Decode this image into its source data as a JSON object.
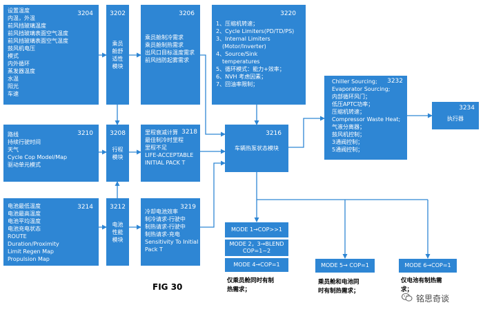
{
  "boxes": {
    "b3204": {
      "number": "3204",
      "lines": [
        "设置温度",
        "内温，外温",
        "前风挡玻璃温度",
        "前风挡玻璃表面空气温度",
        "前风挡玻璃表面空气温度",
        "鼓风机电压",
        "模式",
        "内外循环",
        "蒸发器温度",
        "水温",
        "阳光",
        "车速"
      ]
    },
    "b3202": {
      "number": "3202",
      "lines": [
        "乘员",
        "舱舒",
        "适性",
        "模块"
      ]
    },
    "b3206": {
      "number": "3206",
      "lines": [
        "乘员舱制冷需求",
        "乘员舱制热需求",
        "出风口目标温度需求",
        "前风挡防起雾需求"
      ]
    },
    "b3220": {
      "number": "3220",
      "lines": [
        "1、压缩机转速；",
        "2、Cycle Limiters(PD/TD/PS)",
        "3、Internal Limiters",
        "(Motor/Inverter)",
        "4、Source/Sink",
        "temperatures",
        "5、循环模式：能力+效率；",
        "6、NVH 考虑因素；",
        "7、回油率限制；"
      ]
    },
    "b3210": {
      "number": "3210",
      "lines": [
        "路线",
        "持续行驶时间",
        "天气",
        "Cycle Cop Model/Map",
        "驱动单元模式"
      ]
    },
    "b3208": {
      "number": "3208",
      "lines": [
        "行程",
        "模块"
      ]
    },
    "b3218": {
      "number": "3218",
      "lines": [
        "里程衰减计算",
        "最佳制冷时里程",
        "里程不足",
        "LIFE-ACCEPTABLE",
        "INITIAL PACK T"
      ]
    },
    "b3216": {
      "number": "3216",
      "lines": [
        "车辆热泵状态模块"
      ]
    },
    "b3232": {
      "number": "3232",
      "lines": [
        "Chiller Sourcing;",
        "Evaporator Sourcing;",
        "内部循环风门；",
        "低压APTC功率；",
        "压缩机转速；",
        "Compressor Waste Heat;",
        "气液分离器；",
        "鼓风机控制；",
        "3通阀控制；",
        "5通阀控制；"
      ]
    },
    "b3234": {
      "number": "3234",
      "lines": [
        "执行器"
      ]
    },
    "b3214": {
      "number": "3214",
      "lines": [
        "电池最低温度",
        "电池最高温度",
        "电池平均温度",
        "电池充电状态",
        "ROUTE",
        "Duration/Proximity",
        "Limit Regen Map",
        "Propulsion Map"
      ]
    },
    "b3212": {
      "number": "3212",
      "lines": [
        "电池",
        "性能",
        "模块"
      ]
    },
    "b3219": {
      "number": "3219",
      "lines": [
        "冷却电池效率",
        "制冷请求-行驶中",
        "制热请求-行驶中",
        "制热请求-充电",
        "Sensitivity To Initial",
        "Pack T"
      ]
    }
  },
  "modes": {
    "m1": {
      "lines": [
        "MODE 1→COP>>1"
      ]
    },
    "m23": {
      "lines": [
        "MODE 2，3→BLEND",
        "COP=1~2"
      ]
    },
    "m4": {
      "lines": [
        "MODE 4→COP=1"
      ]
    },
    "m5": {
      "lines": [
        "MODE 5→ COP=1"
      ]
    },
    "m6": {
      "lines": [
        "MODE 6→COP=1"
      ]
    }
  },
  "captions": {
    "c1": [
      "仅乘员舱同时有制",
      "热需求；"
    ],
    "c2": [
      "乘员舱和电池同",
      "时有制热需求；"
    ],
    "c3": [
      "仅电池有制热需",
      "求；"
    ]
  },
  "figure_label": "FIG 30",
  "watermark": {
    "icon": "wechat-icon",
    "text": "铭思奇谈"
  },
  "colors": {
    "box": "#2e86d4",
    "arrow": "#2e86d4"
  }
}
